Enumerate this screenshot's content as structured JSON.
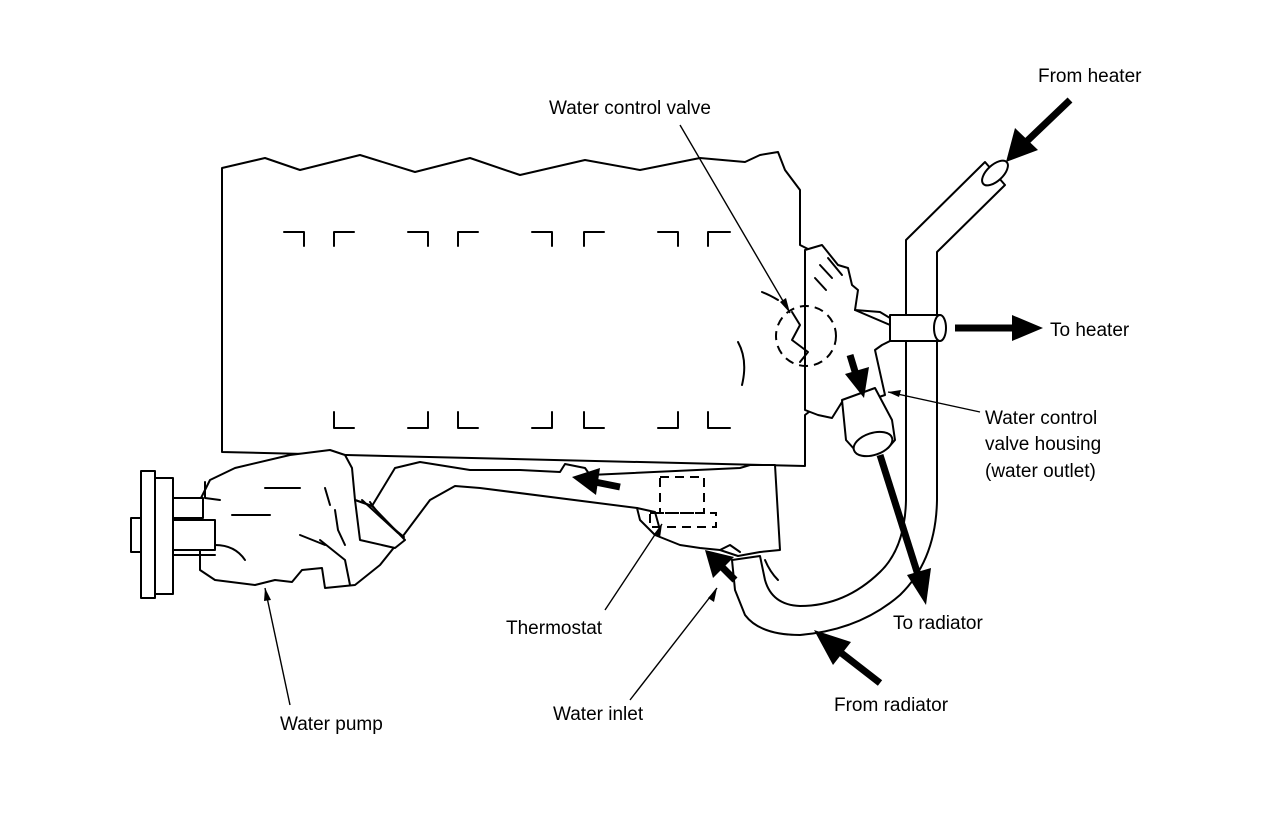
{
  "labels": {
    "from_heater": "From heater",
    "water_control_valve": "Water control valve",
    "to_heater": "To heater",
    "housing_line1": "Water control",
    "housing_line2": "valve housing",
    "housing_line3": "(water outlet)",
    "to_radiator": "To radiator",
    "from_radiator": "From radiator",
    "thermostat": "Thermostat",
    "water_inlet": "Water inlet",
    "water_pump": "Water pump"
  }
}
